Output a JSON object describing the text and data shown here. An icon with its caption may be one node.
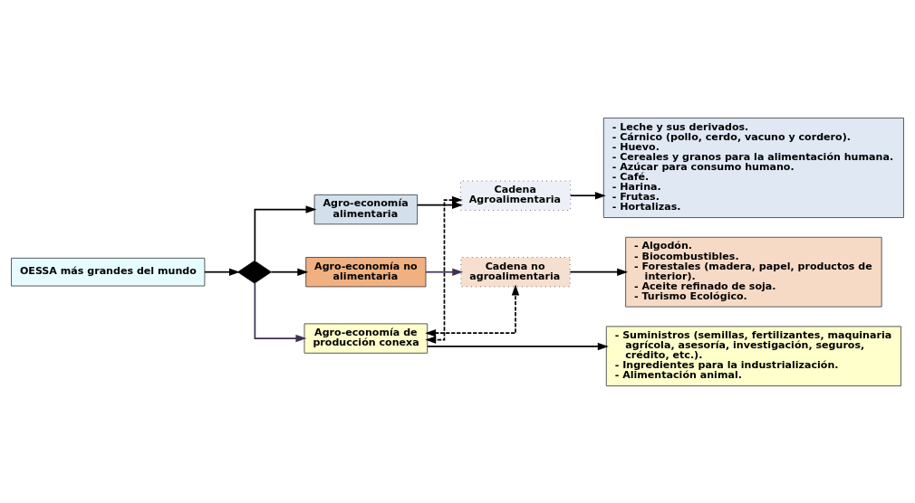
{
  "diagram": {
    "nodes": [
      {
        "text": [
          "OESSA más grandes del mundo"
        ]
      },
      {
        "text": [],
        "shape": "diamond"
      },
      {
        "text": [
          "Agro-economía alimentaria"
        ]
      },
      {
        "text": [
          "Agro-economía de producción conexa"
        ]
      },
      {
        "text": [
          "Agro-economía no alimentaria"
        ]
      },
      {
        "text": [
          "Cadena Agroalimentaria"
        ]
      },
      {
        "text": [
          "Cadena no agroalimentaria"
        ]
      },
      {
        "text": [
          "- Leche y sus derivados.",
          "- Cárnico (pollo, cerdo, vacuno y cordero).",
          "- Huevo.",
          "- Cereales y granos para la alimentación humana.",
          "- Azúcar para consumo humano.",
          "- Café.",
          "- Harina.",
          "- Frutas.",
          "- Hortalizas."
        ]
      },
      {
        "text": [
          "- Suministros (semillas, fertilizantes, maquinaria agrícola, asesoría, investigación, seguros, crédito, etc.).",
          "- Ingredientes para la industrialización.",
          "- Alimentación animal."
        ]
      },
      {
        "text": [
          "- Algodón.",
          "- Biocombustibles.",
          "- Forestales (madera, papel, productos de interior).",
          "- Aceite refinado de soja.",
          "- Turismo Ecológico."
        ]
      }
    ],
    "edges": [
      {
        "from": 0,
        "to": 1,
        "arrow": "to"
      },
      {
        "from": 1,
        "to": 2,
        "arrow": "to"
      },
      {
        "from": 1,
        "to": 3,
        "arrow": "to",
        "color": "#403152"
      },
      {
        "from": 1,
        "to": 4,
        "arrow": "to"
      },
      {
        "from": 2,
        "to": 5,
        "arrow": "to"
      },
      {
        "from": 4,
        "to": 6,
        "arrow": "to",
        "color": "#403152"
      },
      {
        "from": 5,
        "to": 7,
        "arrow": "to"
      },
      {
        "from": 3,
        "to": 8,
        "arrow": "to"
      },
      {
        "from": 6,
        "to": 9,
        "arrow": "to"
      },
      {
        "from": 5,
        "to": 3,
        "arrow": "both",
        "style": "dashed"
      },
      {
        "from": 3,
        "to": 6,
        "arrow": "both",
        "style": "dashed"
      }
    ]
  }
}
